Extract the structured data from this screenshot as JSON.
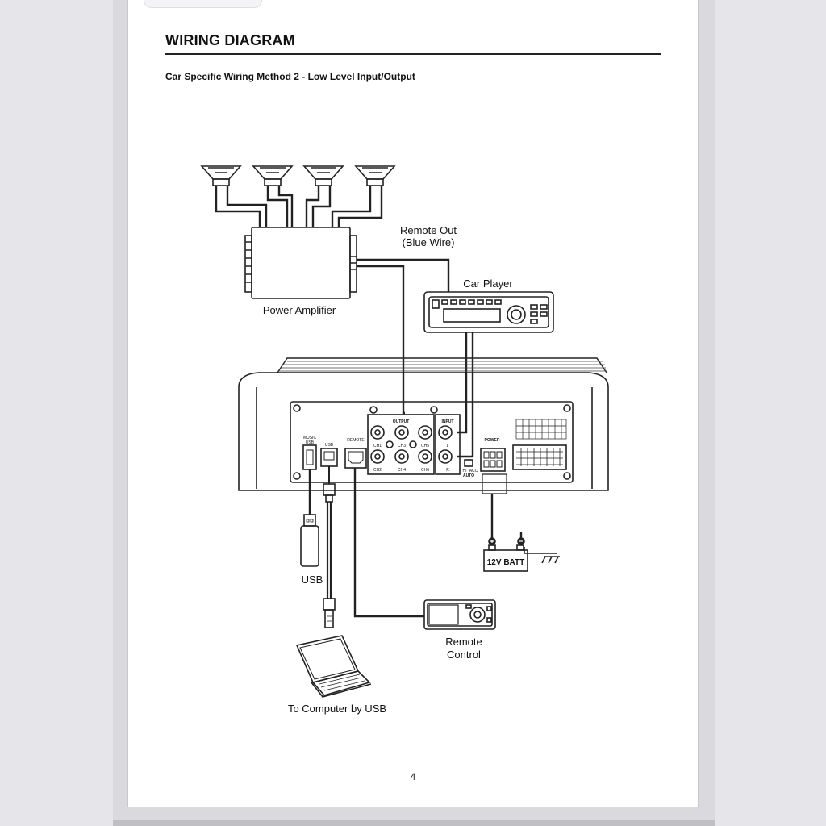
{
  "header": {
    "title": "WIRING DIAGRAM",
    "subtitle": "Car Specific Wiring Method 2 - Low Level Input/Output"
  },
  "diagram": {
    "remote_out_line1": "Remote Out",
    "remote_out_line2": "(Blue Wire)",
    "car_player": "Car Player",
    "power_amplifier": "Power Amplifier",
    "panel_labels": {
      "music_usb_1": "MUSIC",
      "music_usb_2": "USB",
      "usb": "USB",
      "remote": "REMOTE",
      "output": "OUTPUT",
      "input": "INPUT",
      "power": "POWER",
      "ch1": "CH1",
      "ch2": "CH2",
      "ch3": "CH3",
      "ch4": "CH4",
      "ch5": "CH5",
      "ch6": "CH6",
      "l": "L",
      "r": "R",
      "hi": "HI",
      "acc": "ACC",
      "auto": "AUTO"
    },
    "battery": "12V BATT",
    "usb_stick": "USB",
    "remote_control_line1": "Remote",
    "remote_control_line2": "Control",
    "computer": "To Computer by USB"
  },
  "footer": {
    "page_number": "4"
  }
}
